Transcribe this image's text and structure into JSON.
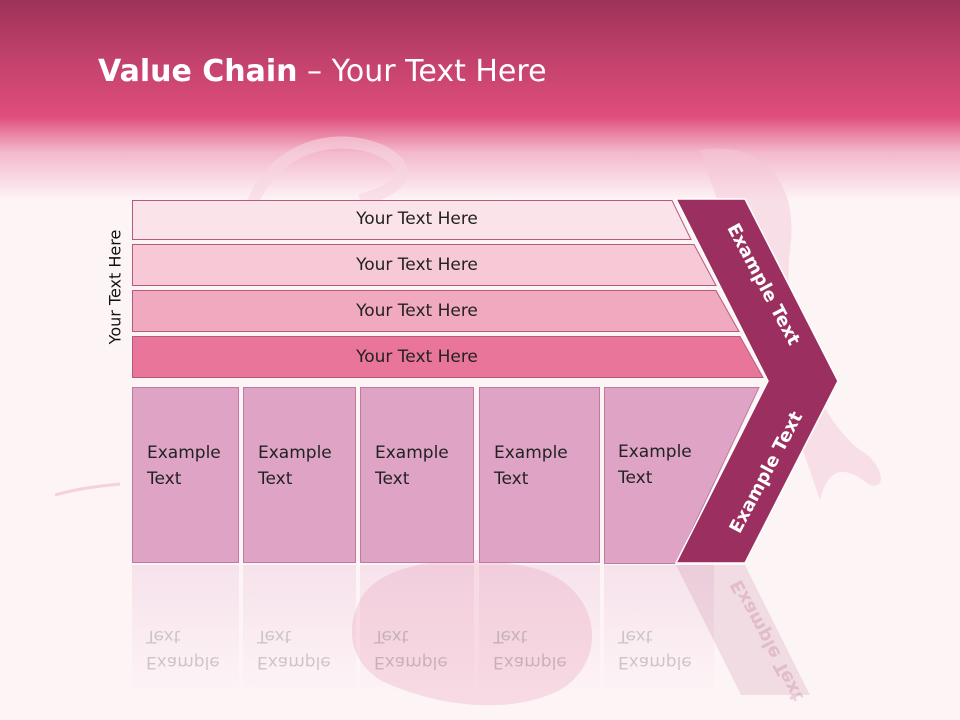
{
  "slide": {
    "title_bold": "Value Chain",
    "title_rest": " – Your Text Here",
    "side_label": "Your Text Here",
    "rows": [
      {
        "label": "Your Text Here",
        "color": "#fbe3ea"
      },
      {
        "label": "Your Text Here",
        "color": "#f7c9d7"
      },
      {
        "label": "Your Text Here",
        "color": "#f1a9c0"
      },
      {
        "label": "Your Text Here",
        "color": "#e9759b"
      }
    ],
    "cells": [
      {
        "label": "Example\nText"
      },
      {
        "label": "Example\nText"
      },
      {
        "label": "Example\nText"
      },
      {
        "label": "Example\nText"
      },
      {
        "label": "Example\nText"
      }
    ],
    "chevron_top": "Example Text",
    "chevron_bottom": "Example Text",
    "chevron_color": "#9b2f60",
    "banner_color": "#df4d7c"
  }
}
